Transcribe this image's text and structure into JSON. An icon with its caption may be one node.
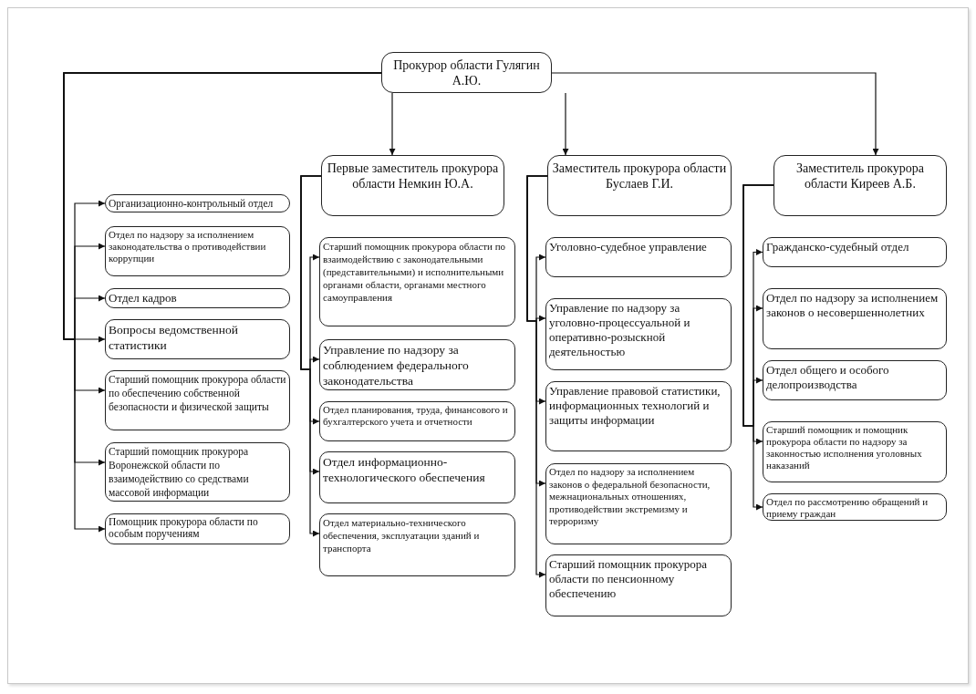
{
  "diagram": {
    "nodes": [
      {
        "text": [
          "Прокурор области Гулягин А.Ю."
        ]
      },
      {
        "text": [
          "Первые заместитель прокурора области Немкин Ю.А."
        ]
      },
      {
        "text": [
          "Заместитель прокурора области Буслаев Г.И."
        ]
      },
      {
        "text": [
          "Заместитель прокурора области Киреев А.Б."
        ]
      },
      {
        "text": [
          "Организационно-контрольный отдел"
        ]
      },
      {
        "text": [
          "Отдел по надзору за исполнением законодательства о противодействии коррупции"
        ]
      },
      {
        "text": [
          "Отдел кадров"
        ]
      },
      {
        "text": [
          "Вопросы ведомственной статистики"
        ]
      },
      {
        "text": [
          "Старший помощник прокурора области по обеспечению собственной безопасности и физической защиты"
        ]
      },
      {
        "text": [
          "Старший помощник прокурора Воронежской области по взаимодействию со средствами массовой информации"
        ]
      },
      {
        "text": [
          "Помощник прокурора области по особым поручениям"
        ]
      },
      {
        "text": [
          "Старший помощник прокурора области по взаимодействию с законодательными (представительными) и исполнительными органами области, органами местного самоуправления"
        ]
      },
      {
        "text": [
          "Управление по надзору за соблюдением федерального законодательства"
        ]
      },
      {
        "text": [
          "Отдел планирования, труда, финансового и бухгалтерского учета и отчетности"
        ]
      },
      {
        "text": [
          "Отдел информационно-технологического обеспечения"
        ]
      },
      {
        "text": [
          "Отдел материально-технического обеспечения, эксплуатации зданий и транспорта"
        ]
      },
      {
        "text": [
          "Уголовно-судебное управление"
        ]
      },
      {
        "text": [
          "Управление по надзору за уголовно-процессуальной и оперативно-розыскной деятельностью"
        ]
      },
      {
        "text": [
          "Управление правовой статистики, информационных технологий и защиты информации"
        ]
      },
      {
        "text": [
          "Отдел по надзору за исполнением законов о федеральной безопасности, межнациональных отношениях, противодействии экстремизму и терроризму"
        ]
      },
      {
        "text": [
          "Старший помощник прокурора области по пенсионному обеспечению"
        ]
      },
      {
        "text": [
          "Гражданско-судебный отдел"
        ]
      },
      {
        "text": [
          "Отдел по надзору за исполнением законов о несовершеннолетних"
        ]
      },
      {
        "text": [
          "Отдел общего и особого делопроизводства"
        ]
      },
      {
        "text": [
          "Старший помощник и помощник прокурора области по надзору за законностью исполнения уголовных наказаний"
        ]
      },
      {
        "text": [
          "Отдел по рассмотрению обращений и приему граждан"
        ]
      }
    ],
    "edges": [
      {
        "from": 0,
        "to": 1,
        "arrow": "to"
      },
      {
        "from": 0,
        "to": 2,
        "arrow": "to"
      },
      {
        "from": 0,
        "to": 3,
        "arrow": "to"
      },
      {
        "from": 0,
        "to": 4,
        "arrow": "to"
      },
      {
        "from": 0,
        "to": 5,
        "arrow": "to"
      },
      {
        "from": 0,
        "to": 6,
        "arrow": "to"
      },
      {
        "from": 0,
        "to": 7,
        "arrow": "to"
      },
      {
        "from": 0,
        "to": 8,
        "arrow": "to"
      },
      {
        "from": 0,
        "to": 9,
        "arrow": "to"
      },
      {
        "from": 0,
        "to": 10,
        "arrow": "to"
      },
      {
        "from": 1,
        "to": 11,
        "arrow": "to"
      },
      {
        "from": 1,
        "to": 12,
        "arrow": "to"
      },
      {
        "from": 1,
        "to": 13,
        "arrow": "to"
      },
      {
        "from": 1,
        "to": 14,
        "arrow": "to"
      },
      {
        "from": 1,
        "to": 15,
        "arrow": "to"
      },
      {
        "from": 2,
        "to": 16,
        "arrow": "to"
      },
      {
        "from": 2,
        "to": 17,
        "arrow": "to"
      },
      {
        "from": 2,
        "to": 18,
        "arrow": "to"
      },
      {
        "from": 2,
        "to": 19,
        "arrow": "to"
      },
      {
        "from": 2,
        "to": 20,
        "arrow": "to"
      },
      {
        "from": 3,
        "to": 21,
        "arrow": "to"
      },
      {
        "from": 3,
        "to": 22,
        "arrow": "to"
      },
      {
        "from": 3,
        "to": 23,
        "arrow": "to"
      },
      {
        "from": 3,
        "to": 24,
        "arrow": "to"
      },
      {
        "from": 3,
        "to": 25,
        "arrow": "to"
      }
    ]
  }
}
